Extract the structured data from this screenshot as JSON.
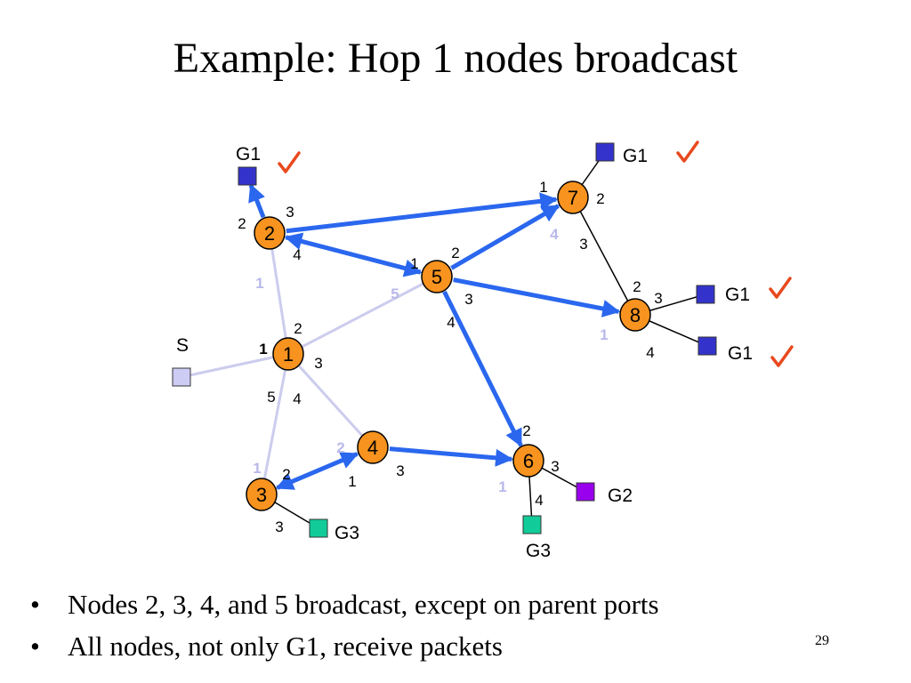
{
  "slide": {
    "title": "Example:  Hop 1 nodes broadcast",
    "page_number": "29",
    "bullets": [
      "Nodes 2, 3, 4, and 5 broadcast, except on parent ports",
      "All nodes, not only G1, receive packets"
    ]
  },
  "colors": {
    "router_fill": "#f7931e",
    "host_g1": "#3333cc",
    "host_g2": "#9900ee",
    "host_g3": "#11cc99",
    "host_source": "#ccccf5",
    "tree_link": "#ccccee",
    "broadcast_arrow": "#2a67ee",
    "checkmark": "#e8491d"
  },
  "diagram": {
    "routers": [
      {
        "id": "1",
        "label": "1"
      },
      {
        "id": "2",
        "label": "2"
      },
      {
        "id": "3",
        "label": "3"
      },
      {
        "id": "4",
        "label": "4"
      },
      {
        "id": "5",
        "label": "5"
      },
      {
        "id": "6",
        "label": "6"
      },
      {
        "id": "7",
        "label": "7"
      },
      {
        "id": "8",
        "label": "8"
      }
    ],
    "hosts": [
      {
        "id": "S",
        "label": "S",
        "group": "source"
      },
      {
        "id": "h2",
        "label": "G1",
        "group": "G1",
        "checked": true
      },
      {
        "id": "h7",
        "label": "G1",
        "group": "G1",
        "checked": true
      },
      {
        "id": "h8a",
        "label": "G1",
        "group": "G1",
        "checked": true
      },
      {
        "id": "h8b",
        "label": "G1",
        "group": "G1",
        "checked": true
      },
      {
        "id": "h6a",
        "label": "G2",
        "group": "G2",
        "checked": false
      },
      {
        "id": "h6b",
        "label": "G3",
        "group": "G3",
        "checked": false
      },
      {
        "id": "h3",
        "label": "G3",
        "group": "G3",
        "checked": false
      }
    ],
    "links": [
      {
        "from": "1",
        "to": "S",
        "kind": "tree"
      },
      {
        "from": "1",
        "to": "2",
        "kind": "tree"
      },
      {
        "from": "1",
        "to": "5",
        "kind": "tree"
      },
      {
        "from": "1",
        "to": "3",
        "kind": "tree"
      },
      {
        "from": "1",
        "to": "4",
        "kind": "tree"
      },
      {
        "from": "7",
        "to": "h7",
        "kind": "plain"
      },
      {
        "from": "7",
        "to": "8",
        "kind": "plain"
      },
      {
        "from": "8",
        "to": "h8a",
        "kind": "plain"
      },
      {
        "from": "8",
        "to": "h8b",
        "kind": "plain"
      },
      {
        "from": "6",
        "to": "h6a",
        "kind": "plain"
      },
      {
        "from": "6",
        "to": "h6b",
        "kind": "plain"
      },
      {
        "from": "3",
        "to": "h3",
        "kind": "plain"
      },
      {
        "from": "2",
        "to": "h2",
        "kind": "broadcast",
        "arrow": "end"
      },
      {
        "from": "2",
        "to": "7",
        "kind": "broadcast",
        "arrow": "end"
      },
      {
        "from": "2",
        "to": "5",
        "kind": "broadcast",
        "arrow": "both"
      },
      {
        "from": "5",
        "to": "7",
        "kind": "broadcast",
        "arrow": "end"
      },
      {
        "from": "5",
        "to": "8",
        "kind": "broadcast",
        "arrow": "end"
      },
      {
        "from": "5",
        "to": "6",
        "kind": "broadcast",
        "arrow": "end"
      },
      {
        "from": "4",
        "to": "6",
        "kind": "broadcast",
        "arrow": "end"
      },
      {
        "from": "3",
        "to": "4",
        "kind": "broadcast",
        "arrow": "both"
      }
    ],
    "port_labels": [
      {
        "text": "2",
        "style": "normal"
      },
      {
        "text": "3",
        "style": "normal"
      },
      {
        "text": "4",
        "style": "normal"
      },
      {
        "text": "1",
        "style": "faded"
      },
      {
        "text": "1",
        "style": "normal"
      },
      {
        "text": "2",
        "style": "normal"
      },
      {
        "text": "5",
        "style": "faded"
      },
      {
        "text": "3",
        "style": "normal"
      },
      {
        "text": "4",
        "style": "normal"
      },
      {
        "text": "1",
        "style": "normal"
      },
      {
        "text": "2",
        "style": "normal"
      },
      {
        "text": "4",
        "style": "faded"
      },
      {
        "text": "3",
        "style": "normal"
      },
      {
        "text": "2",
        "style": "normal"
      },
      {
        "text": "3",
        "style": "normal"
      },
      {
        "text": "1",
        "style": "faded"
      },
      {
        "text": "4",
        "style": "normal"
      },
      {
        "text": "2",
        "style": "normal"
      },
      {
        "text": "1",
        "style": "bold"
      },
      {
        "text": "3",
        "style": "normal"
      },
      {
        "text": "5",
        "style": "normal"
      },
      {
        "text": "4",
        "style": "normal"
      },
      {
        "text": "2",
        "style": "faded"
      },
      {
        "text": "1",
        "style": "normal"
      },
      {
        "text": "3",
        "style": "normal"
      },
      {
        "text": "2",
        "style": "normal"
      },
      {
        "text": "3",
        "style": "normal"
      },
      {
        "text": "1",
        "style": "faded"
      },
      {
        "text": "4",
        "style": "normal"
      },
      {
        "text": "1",
        "style": "faded"
      },
      {
        "text": "2",
        "style": "normal"
      },
      {
        "text": "3",
        "style": "normal"
      }
    ]
  }
}
